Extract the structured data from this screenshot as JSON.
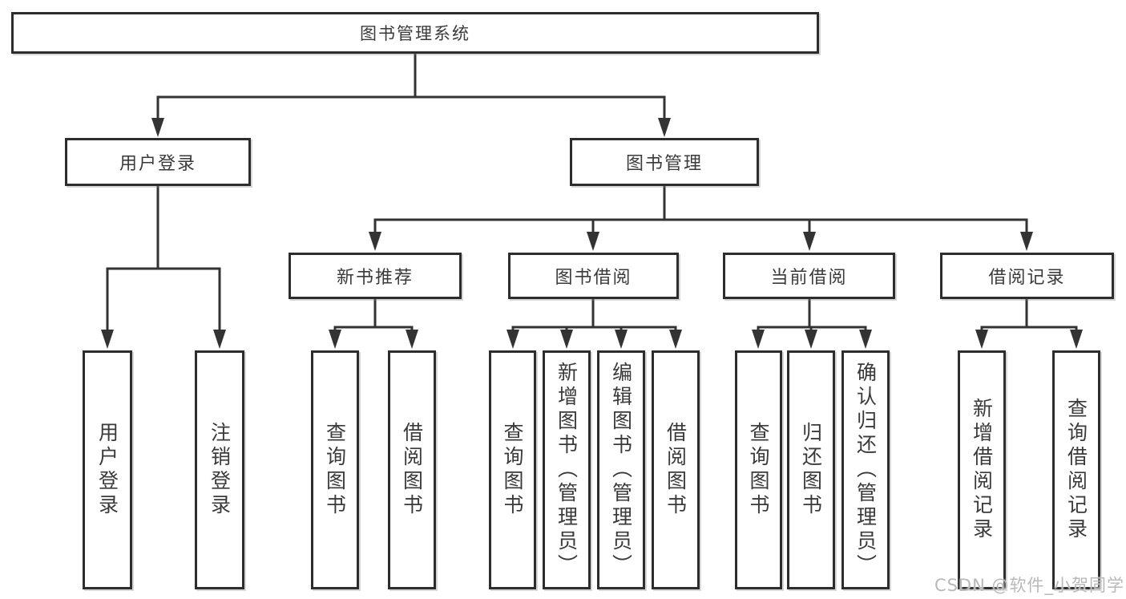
{
  "diagram": {
    "type": "tree",
    "root": {
      "label": "图书管理系统"
    },
    "modules": [
      {
        "label": "用户登录",
        "children": [
          {
            "label": "用户登录"
          },
          {
            "label": "注销登录"
          }
        ]
      },
      {
        "label": "图书管理",
        "children": [
          {
            "label": "新书推荐",
            "children": [
              {
                "label": "查询图书"
              },
              {
                "label": "借阅图书"
              }
            ]
          },
          {
            "label": "图书借阅",
            "children": [
              {
                "label": "查询图书"
              },
              {
                "label": "新增图书（管理员）"
              },
              {
                "label": "编辑图书（管理员）"
              },
              {
                "label": "借阅图书"
              }
            ]
          },
          {
            "label": "当前借阅",
            "children": [
              {
                "label": "查询图书"
              },
              {
                "label": "归还图书"
              },
              {
                "label": "确认归还（管理员）"
              }
            ]
          },
          {
            "label": "借阅记录",
            "children": [
              {
                "label": "新增借阅记录"
              },
              {
                "label": "查询借阅记录"
              }
            ]
          }
        ]
      }
    ],
    "colors": {
      "box_border": "#2d2d2d",
      "connector": "#333333",
      "text": "#3a3a3a",
      "watermark_text": "#b9b9b9",
      "background": "#ffffff"
    },
    "watermark": "CSDN @软件_小贺同学"
  }
}
